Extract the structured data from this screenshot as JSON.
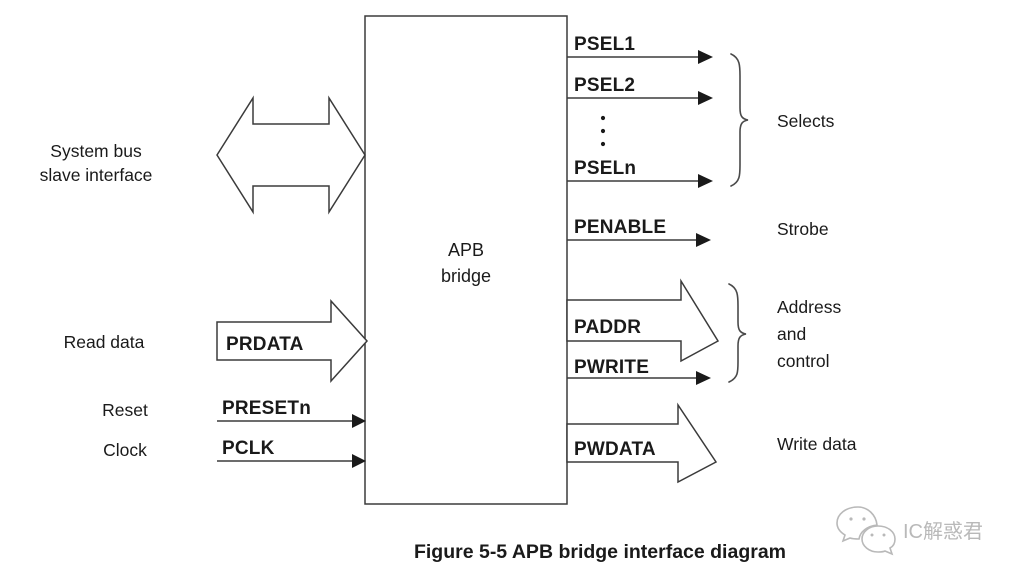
{
  "figure": {
    "caption": "Figure 5-5 APB bridge interface diagram",
    "block": {
      "title_line1": "APB",
      "title_line2": "bridge"
    },
    "colors": {
      "line": "#3b3b3b",
      "text": "#1a1a1a",
      "background": "#ffffff",
      "watermark": "#b9b9b9"
    }
  },
  "inputs": [
    {
      "side_label_line1": "System bus",
      "side_label_line2": "slave interface",
      "signal": "",
      "arrow_type": "bidirectional-block"
    },
    {
      "side_label_line1": "Read data",
      "side_label_line2": "",
      "signal": "PRDATA",
      "arrow_type": "block"
    },
    {
      "side_label_line1": "Reset",
      "side_label_line2": "",
      "signal": "PRESETn",
      "arrow_type": "line"
    },
    {
      "side_label_line1": "Clock",
      "side_label_line2": "",
      "signal": "PCLK",
      "arrow_type": "line"
    }
  ],
  "outputs": [
    {
      "signal": "PSEL1",
      "arrow_type": "line"
    },
    {
      "signal": "PSEL2",
      "arrow_type": "line"
    },
    {
      "signal": "PSELn",
      "arrow_type": "line"
    },
    {
      "signal": "PENABLE",
      "arrow_type": "line"
    },
    {
      "signal": "PADDR",
      "arrow_type": "block"
    },
    {
      "signal": "PWRITE",
      "arrow_type": "line"
    },
    {
      "signal": "PWDATA",
      "arrow_type": "block"
    }
  ],
  "groups": [
    {
      "label_line1": "Selects",
      "label_line2": "",
      "label_line3": "",
      "braced": true
    },
    {
      "label_line1": "Strobe",
      "label_line2": "",
      "label_line3": "",
      "braced": false
    },
    {
      "label_line1": "Address",
      "label_line2": "and",
      "label_line3": "control",
      "braced": true
    },
    {
      "label_line1": "Write data",
      "label_line2": "",
      "label_line3": "",
      "braced": false
    }
  ],
  "ellipsis": {
    "dots": "3"
  },
  "watermark": {
    "text": "IC解惑君",
    "icon": "wechat-icon"
  }
}
